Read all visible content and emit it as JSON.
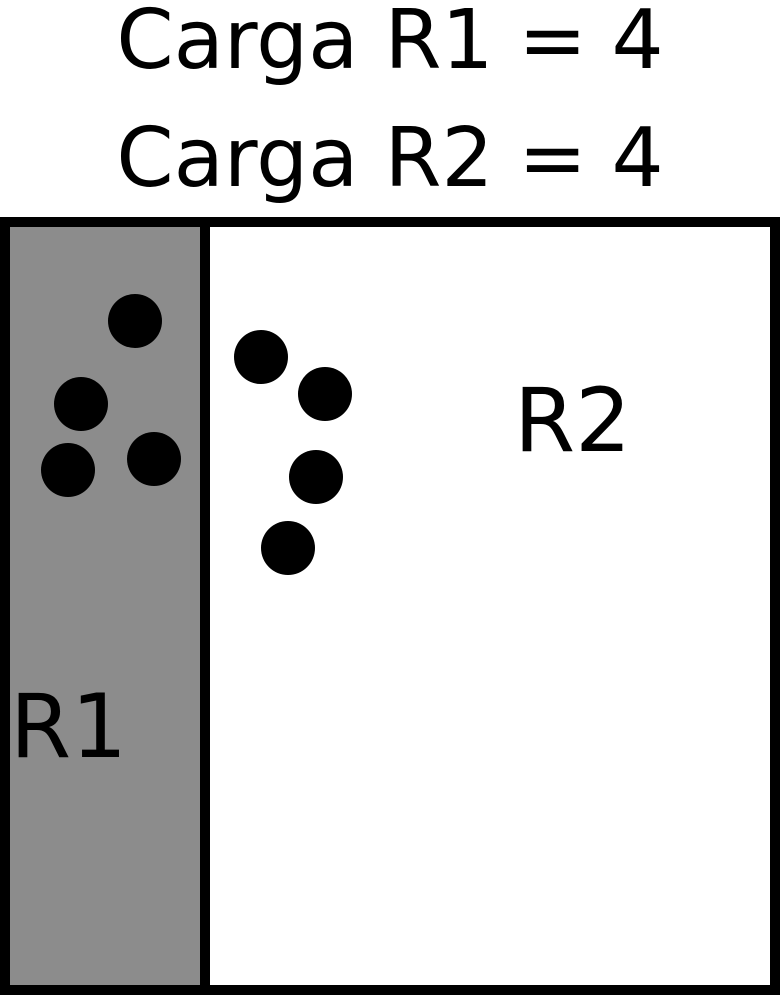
{
  "loads": [
    {
      "label": "Carga R1",
      "eq": "=",
      "value": "4"
    },
    {
      "label": "Carga R2",
      "eq": "=",
      "value": "4"
    }
  ],
  "regions": {
    "r1": {
      "label": "R1",
      "fill": "#8c8c8c",
      "charge_count": 4
    },
    "r2": {
      "label": "R2",
      "fill": "#ffffff",
      "charge_count": 4
    }
  },
  "colors": {
    "border": "#000000",
    "charge": "#000000"
  }
}
